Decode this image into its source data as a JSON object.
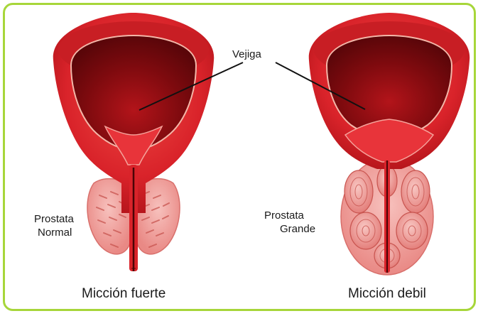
{
  "labels": {
    "bladder": "Vejiga",
    "normal_prostate_line1": "Prostata",
    "normal_prostate_line2": "Normal",
    "large_prostate_line1": "Prostata",
    "large_prostate_line2": "Grande",
    "strong_flow": "Micción fuerte",
    "weak_flow": "Micción debil"
  },
  "colors": {
    "border": "#a7d63a",
    "bladder_outer": "#e0262c",
    "bladder_inner": "#8a0c10",
    "prostate": "#f2a6a4"
  }
}
